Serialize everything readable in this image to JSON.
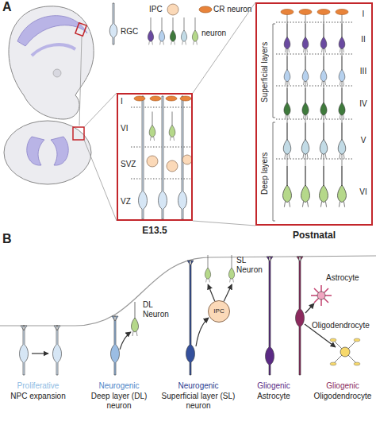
{
  "diagram": {
    "nodes": [
      {
        "text": [
          "I",
          "VI",
          "SVZ",
          "VZ",
          "E13.5"
        ]
      },
      {
        "text": [
          "I",
          "II",
          "III",
          "IV",
          "V",
          "VI",
          "Superficial layers",
          "Deep layers",
          "Postnatal"
        ]
      },
      {
        "text": [
          "DL Neuron"
        ]
      },
      {
        "text": [
          "IPC"
        ]
      },
      {
        "text": [
          "SL Neuron"
        ]
      },
      {
        "text": [
          "Astrocyte"
        ]
      },
      {
        "text": [
          "Oligodendrocyte"
        ]
      }
    ],
    "edges": [
      {
        "from": 3,
        "to": 4,
        "arrow": "to"
      },
      {
        "from": 3,
        "to": 4,
        "arrow": "to"
      }
    ],
    "labels": [
      "A",
      "RGC",
      "IPC",
      "CR neuron",
      "neuron",
      "B",
      "Proliferative",
      "NPC expansion",
      "Neurogenic",
      "Deep layer (DL) neuron",
      "Neurogenic",
      "Superficial layer (SL) neuron",
      "Gliogenic",
      "Astrocyte",
      "Gliogenic",
      "Oligodendrocyte"
    ]
  }
}
